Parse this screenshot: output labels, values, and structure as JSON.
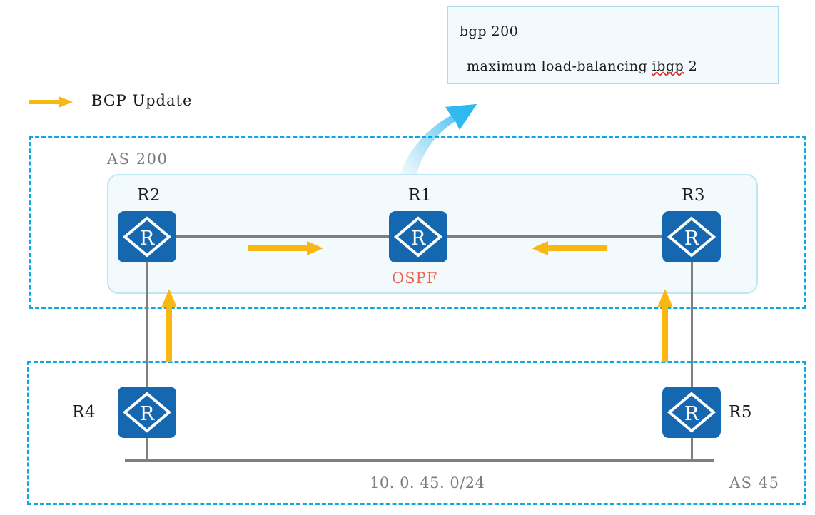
{
  "diagram": {
    "title": "BGP iBGP load-balancing topology",
    "colors": {
      "router_blue": "#1568b0",
      "as_boundary_cyan": "#08a9e6",
      "ospf_red": "#ec6450",
      "bgp_arrow_yellow": "#f9b711",
      "link_gray": "#7f7f7f",
      "callout_border": "#a9ddee",
      "callout_fill": "#f2fafd",
      "ospf_fill": "#f3fafd",
      "label_gray": "#7d7d7d"
    }
  },
  "config_callout": {
    "line1": "bgp 200",
    "line2_prefix": "maximum load-balancing ",
    "line2_misspelled": "ibgp",
    "line2_suffix": " 2"
  },
  "legend": {
    "label": "BGP Update",
    "arrow_icon": "right-arrow-icon"
  },
  "as_domains": [
    {
      "id": "as-200",
      "label": "AS 200"
    },
    {
      "id": "as-45",
      "label": "AS 45"
    }
  ],
  "ospf_area": {
    "label": "OSPF"
  },
  "routers": [
    {
      "id": "r1",
      "label": "R1",
      "icon": "router-icon"
    },
    {
      "id": "r2",
      "label": "R2",
      "icon": "router-icon"
    },
    {
      "id": "r3",
      "label": "R3",
      "icon": "router-icon"
    },
    {
      "id": "r4",
      "label": "R4",
      "icon": "router-icon"
    },
    {
      "id": "r5",
      "label": "R5",
      "icon": "router-icon"
    }
  ],
  "network": {
    "subnet_label": "10. 0. 45. 0/24"
  },
  "bgp_updates": [
    {
      "id": "r2-to-r1",
      "direction": "right"
    },
    {
      "id": "r3-to-r1",
      "direction": "left"
    },
    {
      "id": "r4-to-r2",
      "direction": "up"
    },
    {
      "id": "r5-to-r3",
      "direction": "up"
    }
  ]
}
